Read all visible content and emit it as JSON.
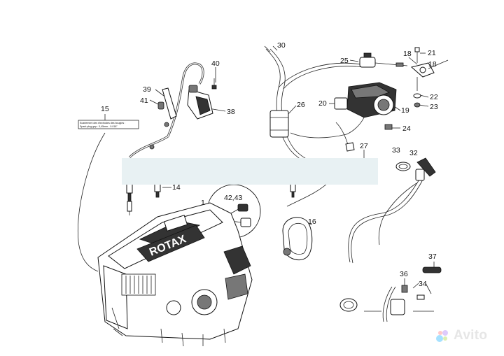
{
  "callouts": [
    "40",
    "39",
    "41",
    "38",
    "15",
    "26",
    "25",
    "18",
    "21",
    "20",
    "19",
    "22",
    "23",
    "24",
    "27",
    "33",
    "32",
    "14",
    "1",
    "42,43",
    "16",
    "37",
    "36",
    "34"
  ],
  "spark_plug_label": [
    "Ecartement des électrodes des bougies :",
    "Spark plug gap :   0,45mm - 0.018\""
  ],
  "top_label_partial": "30",
  "brand_logo": "ROTAX",
  "watermark": {
    "text": "Avito",
    "logo_colors": [
      "#00aaff",
      "#97cf26",
      "#ff6163",
      "#a169f7"
    ]
  },
  "colors": {
    "line": "#222222",
    "band": "#e8f1f3",
    "watermark": "#e6e6e6"
  }
}
